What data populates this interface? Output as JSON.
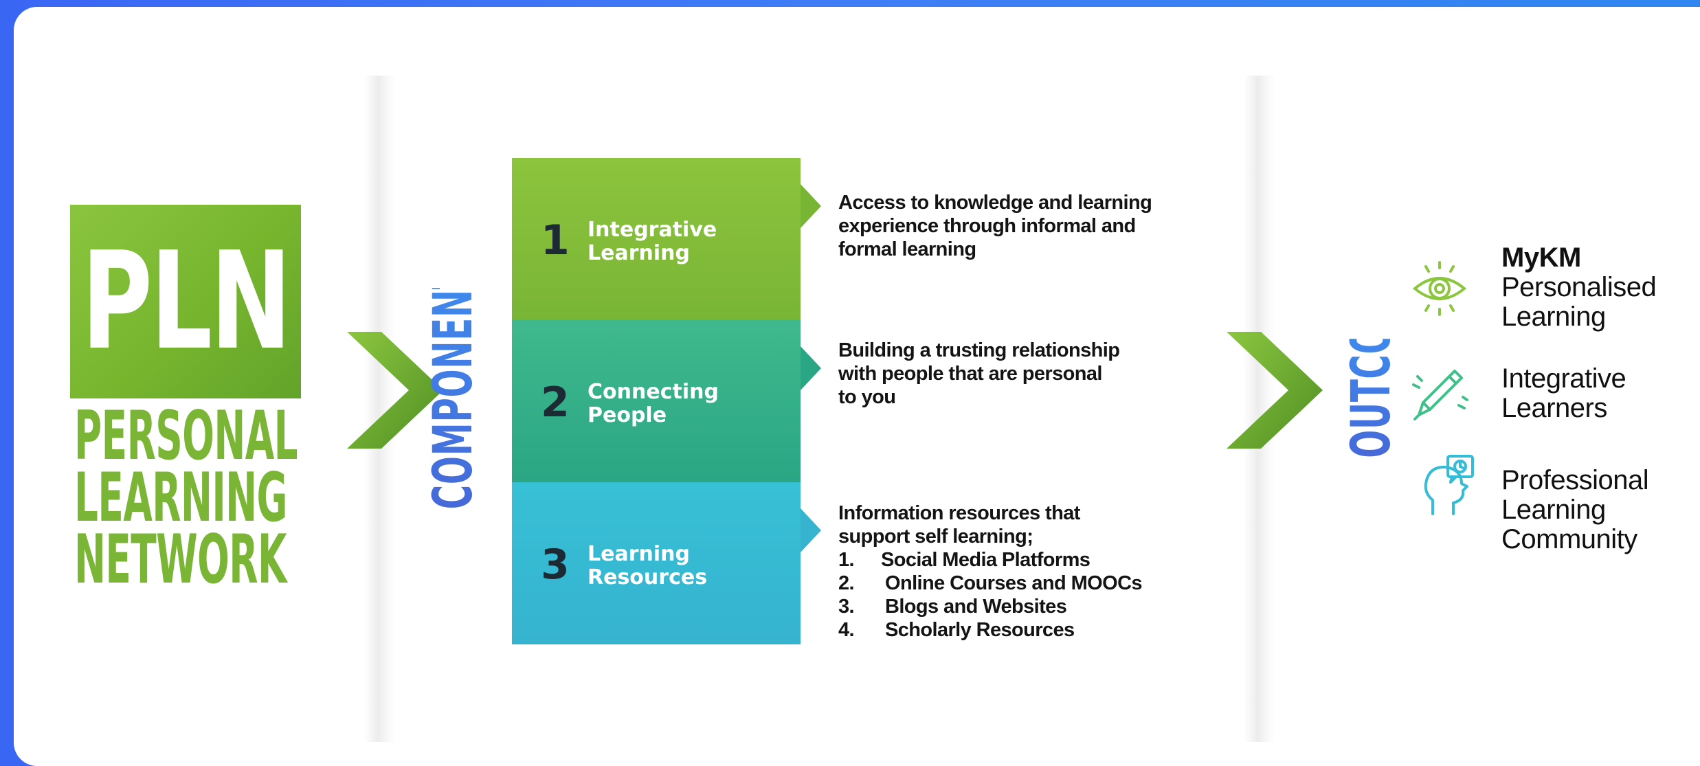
{
  "pln": {
    "acronym": "PLN",
    "full_name_lines": [
      "PERSONAL",
      "LEARNING",
      "NETWORK"
    ]
  },
  "labels": {
    "component": "COMPONENT",
    "outcome": "OUTCOME"
  },
  "components": [
    {
      "number": "1",
      "title_lines": [
        "Integrative",
        "Learning"
      ],
      "description_lines": [
        "Access to knowledge and learning",
        "experience through informal and",
        "formal learning"
      ]
    },
    {
      "number": "2",
      "title_lines": [
        "Connecting",
        "People"
      ],
      "description_lines": [
        "Building a trusting relationship",
        "with people that are personal",
        "to you"
      ]
    },
    {
      "number": "3",
      "title_lines": [
        "Learning",
        "Resources"
      ],
      "description_lines": [
        "Information resources that",
        "support self learning;"
      ],
      "list": [
        {
          "num": "1.",
          "text": "Social Media Platforms"
        },
        {
          "num": "2.",
          "text": "Online Courses and MOOCs"
        },
        {
          "num": "3.",
          "text": "Blogs and Websites"
        },
        {
          "num": "4.",
          "text": "Scholarly Resources"
        }
      ]
    }
  ],
  "outcomes": [
    {
      "icon": "eye-icon",
      "lines": [
        "MyKM",
        "Personalised",
        "Learning"
      ]
    },
    {
      "icon": "pen-icon",
      "lines": [
        "Integrative",
        "Learners"
      ]
    },
    {
      "icon": "head-clock-icon",
      "lines": [
        "Professional",
        "Learning",
        "Community"
      ]
    }
  ],
  "colors": {
    "green": "#7ab535",
    "teal": "#2aa684",
    "cyan": "#36b3cf",
    "blue_label": "#4669d8",
    "background_blue": "#3a66f4"
  }
}
